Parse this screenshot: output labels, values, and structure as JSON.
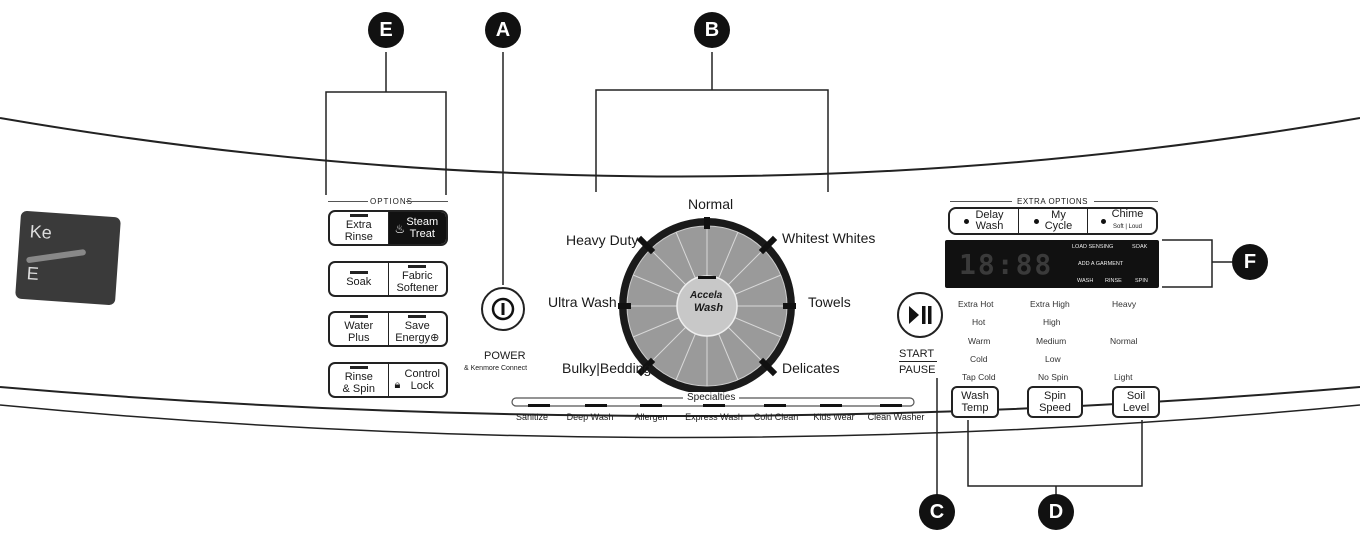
{
  "callouts": {
    "a": "A",
    "b": "B",
    "c": "C",
    "d": "D",
    "e": "E",
    "f": "F"
  },
  "logo": {
    "top": "Ke",
    "bottom": "E"
  },
  "options": {
    "header": "OPTIONS",
    "buttons": [
      {
        "l1": "Extra",
        "l2": "Rinse"
      },
      {
        "l1": "Steam",
        "l2": "Treat"
      },
      {
        "l1": "Soak",
        "l2": ""
      },
      {
        "l1": "Fabric",
        "l2": "Softener"
      },
      {
        "l1": "Water",
        "l2": "Plus"
      },
      {
        "l1": "Save",
        "l2": "Energy"
      },
      {
        "l1": "Rinse",
        "l2": "& Spin"
      },
      {
        "l1": "Control",
        "l2": "Lock"
      }
    ]
  },
  "power": {
    "label": "POWER",
    "sub": "& Kenmore Connect"
  },
  "dial": {
    "center_top": "Accela",
    "center_bottom": "Wash",
    "cycles": {
      "normal": "Normal",
      "heavy_duty": "Heavy Duty",
      "whitest_whites": "Whitest Whites",
      "ultra_wash": "Ultra Wash",
      "towels": "Towels",
      "bulky_bedding": "Bulky|Bedding",
      "delicates": "Delicates"
    }
  },
  "specialties": {
    "header": "Specialties",
    "items": [
      "Sanitize",
      "Deep Wash",
      "Allergen",
      "Express Wash",
      "Cold Clean",
      "Kids Wear",
      "Clean Washer"
    ]
  },
  "start": {
    "top": "START",
    "bottom": "PAUSE"
  },
  "extra_options": {
    "header": "EXTRA OPTIONS",
    "delay": {
      "l1": "Delay",
      "l2": "Wash"
    },
    "my_cycle": {
      "l1": "My",
      "l2": "Cycle"
    },
    "chime": {
      "l1": "Chime",
      "l2": "Soft | Loud"
    }
  },
  "display": {
    "digits": "18:88",
    "load_sensing": "LOAD SENSING",
    "soak": "SOAK",
    "add_garment": "ADD A GARMENT",
    "wash": "WASH",
    "rinse": "RINSE",
    "spin": "SPIN"
  },
  "levels": {
    "temp": [
      "Extra Hot",
      "Hot",
      "Warm",
      "Cold",
      "Tap Cold"
    ],
    "spin": [
      "Extra High",
      "High",
      "Medium",
      "Low",
      "No Spin"
    ],
    "soil": [
      "Heavy",
      "Normal",
      "Light"
    ]
  },
  "bottom_buttons": {
    "temp": {
      "l1": "Wash",
      "l2": "Temp"
    },
    "spin": {
      "l1": "Spin",
      "l2": "Speed"
    },
    "soil": {
      "l1": "Soil",
      "l2": "Level"
    }
  }
}
